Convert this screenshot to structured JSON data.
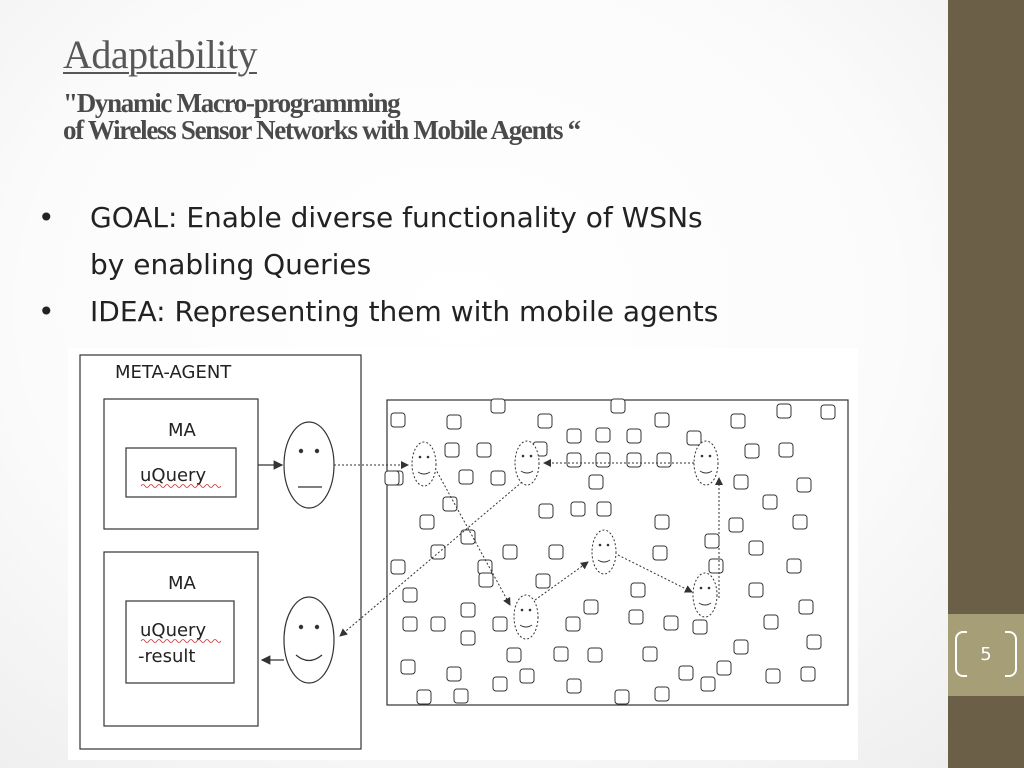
{
  "slide": {
    "title": "Adaptability",
    "subtitle_line1": "\"Dynamic Macro-programming",
    "subtitle_line2": "of Wireless Sensor Networks with Mobile Agents “",
    "page_number": "5"
  },
  "bullets": [
    {
      "symbol": "•",
      "line1": "GOAL:  Enable diverse functionality of WSNs",
      "line2": "by enabling Queries"
    },
    {
      "symbol": "•",
      "line1": "IDEA: Representing them with mobile agents"
    }
  ],
  "diagram": {
    "meta_agent_label": "META-AGENT",
    "ma_label_1": "MA",
    "query_label": "uQuery",
    "ma_label_2": "MA",
    "result_line1": "uQuery",
    "result_line2": "-result"
  },
  "colors": {
    "sidebar": "#6b6047",
    "page_badge": "#a59e76"
  }
}
